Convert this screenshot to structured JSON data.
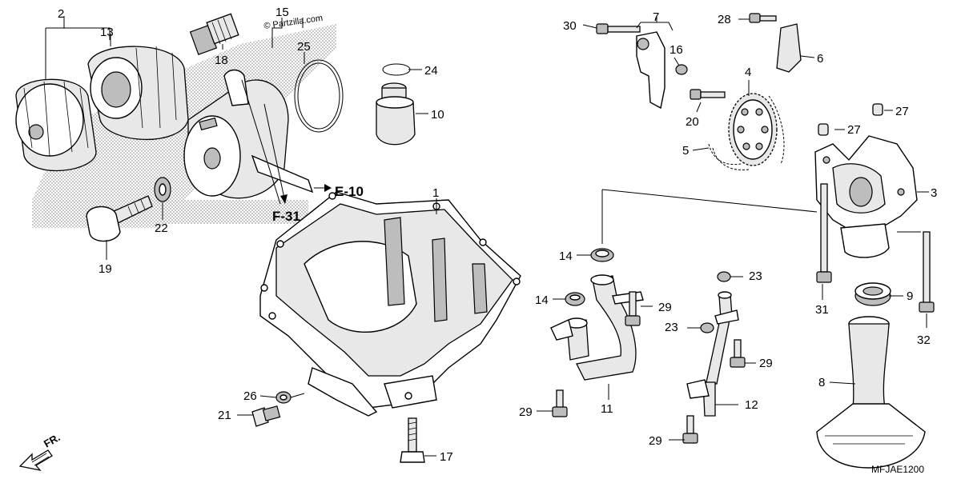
{
  "watermark": "© Partzilla.com",
  "diagram_code": "MFJAE1200",
  "direction_label": "FR.",
  "ref_labels": {
    "e10": "E-10",
    "f31": "F-31"
  },
  "callouts": {
    "c1": "1",
    "c2": "2",
    "c3": "3",
    "c4": "4",
    "c5": "5",
    "c6": "6",
    "c7": "7",
    "c8": "8",
    "c9": "9",
    "c10": "10",
    "c11": "11",
    "c12": "12",
    "c13": "13",
    "c14a": "14",
    "c14b": "14",
    "c15": "15",
    "c16": "16",
    "c17": "17",
    "c18": "18",
    "c19": "19",
    "c20": "20",
    "c21": "21",
    "c22": "22",
    "c23a": "23",
    "c23b": "23",
    "c24": "24",
    "c25": "25",
    "c26": "26",
    "c27a": "27",
    "c27b": "27",
    "c28": "28",
    "c29a": "29",
    "c29b": "29",
    "c29c": "29",
    "c29d": "29",
    "c30": "30",
    "c31": "31",
    "c32": "32"
  }
}
